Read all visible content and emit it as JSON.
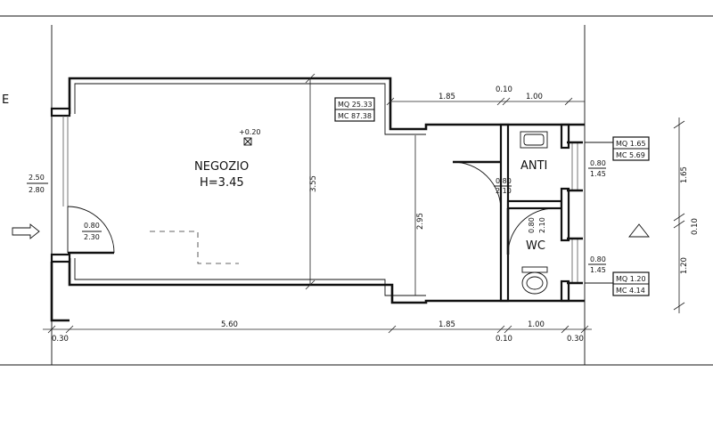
{
  "rooms": {
    "negozio": {
      "name": "NEGOZIO",
      "height": "H=3.45",
      "level": "+0.20",
      "area": "MQ 25.33",
      "volume": "MC 87.38"
    },
    "anti": {
      "name": "ANTI",
      "area": "MQ 1.65",
      "volume": "MC 5.69"
    },
    "wc": {
      "name": "WC",
      "area": "MQ 1.20",
      "volume": "MC 4.14"
    }
  },
  "doors": {
    "entrance": {
      "width": "0.80",
      "height": "2.30"
    },
    "anti_door": {
      "width": "0.80",
      "height": "2.10"
    },
    "wc_door": {
      "width": "0.80",
      "height": "2.10"
    }
  },
  "windows": {
    "shop_window": {
      "width": "2.50",
      "height": "2.80"
    },
    "anti_window": {
      "width": "0.80",
      "height": "1.45"
    },
    "wc_window": {
      "width": "0.80",
      "height": "1.45"
    }
  },
  "dimensions": {
    "top_a": "1.85",
    "top_b": "0.10",
    "top_c": "1.00",
    "bottom_a": "0.30",
    "bottom_b": "5.60",
    "bottom_c": "1.85",
    "bottom_d": "0.10",
    "bottom_e": "1.00",
    "bottom_f": "0.30",
    "inner_height_shop": "3.55",
    "inner_height_corridor": "2.95",
    "right_a": "1.65",
    "right_b": "0.10",
    "right_c": "1.20"
  },
  "edge_letter": "E"
}
